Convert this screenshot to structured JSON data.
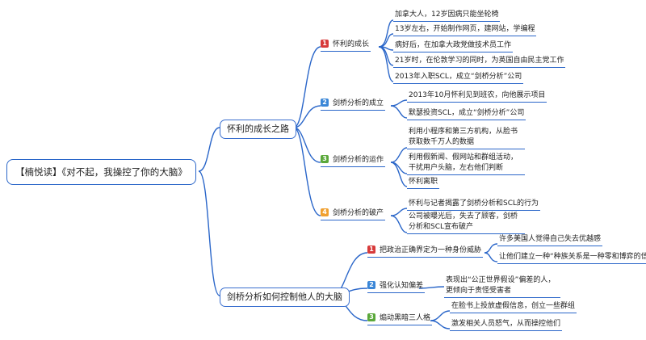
{
  "colors": {
    "line": "#2a66c9",
    "badge_1": "#d73a3a",
    "badge_2": "#3a86d7",
    "badge_3": "#5aa83a",
    "badge_4": "#f0a030"
  },
  "root": {
    "label": "【楠悦读】《对不起，我操控了你的大脑》"
  },
  "topics": [
    {
      "label": "怀利的成长之路",
      "subs": [
        {
          "num": "1",
          "label": "怀利的成长",
          "leaves": [
            "加拿大人，12岁因病只能坐轮椅",
            "13岁左右，开始制作网页，建网站，学编程",
            "病好后，在加拿大政党做技术员工作",
            "21岁时，在伦敦学习的同时，为英国自由民主党工作",
            "2013年入职SCL，成立“剑桥分析”公司"
          ]
        },
        {
          "num": "2",
          "label": "剑桥分析的成立",
          "leaves": [
            "2013年10月怀利见到班农，向他展示项目",
            "默瑟投资SCL，成立“剑桥分析”公司"
          ]
        },
        {
          "num": "3",
          "label": "剑桥分析的运作",
          "leaves": [
            "利用小程序和第三方机构，从脸书获取数千万人的数据",
            "利用假新闻、假网站和群组活动，干扰用户头脑，左右他们判断",
            "怀利离职"
          ]
        },
        {
          "num": "4",
          "label": "剑桥分析的破产",
          "leaves": [
            "怀利与记者揭露了剑桥分析和SCL的行为",
            "公司被曝光后，失去了顾客，剑桥分析和SCL宣布破产"
          ]
        }
      ]
    },
    {
      "label": "剑桥分析如何控制他人的大脑",
      "subs": [
        {
          "num": "1",
          "label": "把政治正确界定为一种身份威胁",
          "leaves": [
            "许多美国人觉得自己失去优越感",
            "让他们建立一种“种族关系是一种零和博弈的信念"
          ]
        },
        {
          "num": "2",
          "label": "强化认知偏差",
          "leaves": [
            "表现出“公正世界假设”偏差的人，更倾向于责怪受害者"
          ]
        },
        {
          "num": "3",
          "label": "煽动黑暗三人格",
          "leaves": [
            "在脸书上投放虚假信息，创立一些群组",
            "激发相关人员怒气，从而操控他们"
          ]
        }
      ]
    }
  ]
}
